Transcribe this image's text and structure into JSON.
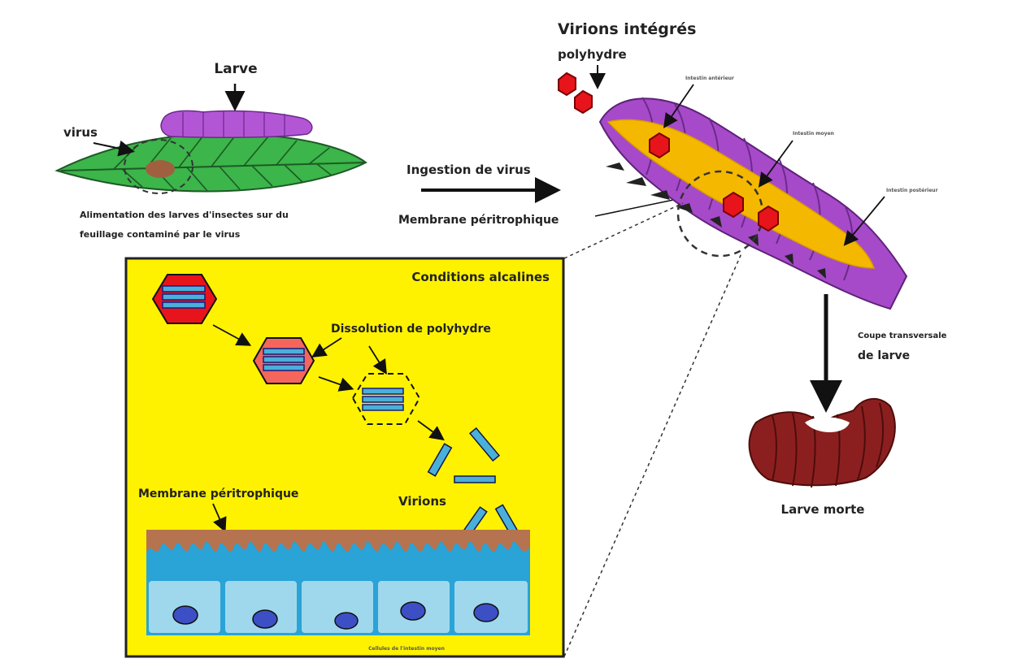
{
  "labels": {
    "larve": "Larve",
    "virus": "virus",
    "alimentation_line1": "Alimentation des larves d'insectes sur du",
    "alimentation_line2": "feuillage contaminé par le virus",
    "ingestion": "Ingestion de virus",
    "membrane_top": "Membrane péritrophique",
    "virions_integres": "Virions intégrés",
    "polyhydre": "polyhydre",
    "intestin_anterieur": "Intestin antérieur",
    "intestin_moyen": "Intestin moyen",
    "intestin_posterieur": "Intestin postérieur",
    "coupe_line1": "Coupe transversale",
    "coupe_line2": "de larve",
    "larve_morte": "Larve morte",
    "conditions_alcalines": "Conditions alcalines",
    "dissolution": "Dissolution de polyhydre",
    "virions": "Virions",
    "membrane_inset": "Membrane péritrophique",
    "cellules": "Cellules de l'intestin moyen"
  },
  "colors": {
    "leaf": "#3cb54a",
    "larva": "#a64ac9",
    "gut": "#f5b800",
    "polyhedra": "#e8141b",
    "inset_bg": "#fff200",
    "membrane": "#b5734f",
    "cells": "#9fd8ec",
    "nucleus": "#3d4fc4",
    "virion": "#4ab0d9",
    "dead_larva": "#8b1f1f"
  }
}
